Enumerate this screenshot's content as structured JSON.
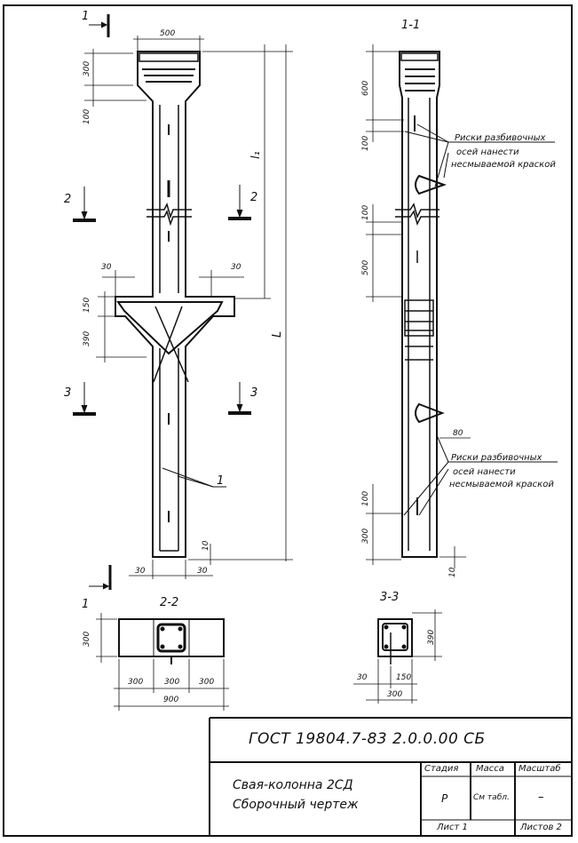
{
  "views": {
    "section_1_1": "1-1",
    "section_2_2": "2-2",
    "section_3_3": "3-3",
    "cut_mark_1": "1",
    "cut_mark_2": "2",
    "cut_mark_3": "3",
    "rebar_callout": "1",
    "l1": "l₁",
    "L": "L"
  },
  "dimensions": {
    "top_width": "500",
    "head_300": "300",
    "head_100": "100",
    "console_30_left": "30",
    "console_30_right": "30",
    "console_150": "150",
    "console_390": "390",
    "bottom_30_left": "30",
    "bottom_30_right": "30",
    "bottom_10": "10",
    "side_600": "600",
    "side_100_top": "100",
    "side_100_mid": "100",
    "side_500": "500",
    "side_80": "80",
    "side_100_bot": "100",
    "side_300": "300",
    "side_10": "10",
    "s22_height": "300",
    "s22_w1": "300",
    "s22_w2": "300",
    "s22_w3": "300",
    "s22_total": "900",
    "s33_height": "390",
    "s33_30": "30",
    "s33_150": "150",
    "s33_300": "300"
  },
  "notes": {
    "top": [
      "Риски разбивочных",
      "осей нанести",
      "несмываемой краской"
    ],
    "bottom": [
      "Риски разбивочных",
      "осей нанести",
      "несмываемой краской"
    ]
  },
  "title_block": {
    "doc_code": "ГОСТ 19804.7-83  2.0.0.00 СБ",
    "name_line1": "Свая-колонна 2СД",
    "name_line2": "Сборочный чертеж",
    "col_stage": "Стадия",
    "col_mass": "Масса",
    "col_scale": "Масштаб",
    "stage_value": "Р",
    "mass_value": "См табл.",
    "scale_value": "–",
    "sheet": "Лист 1",
    "sheets": "Листов 2"
  }
}
